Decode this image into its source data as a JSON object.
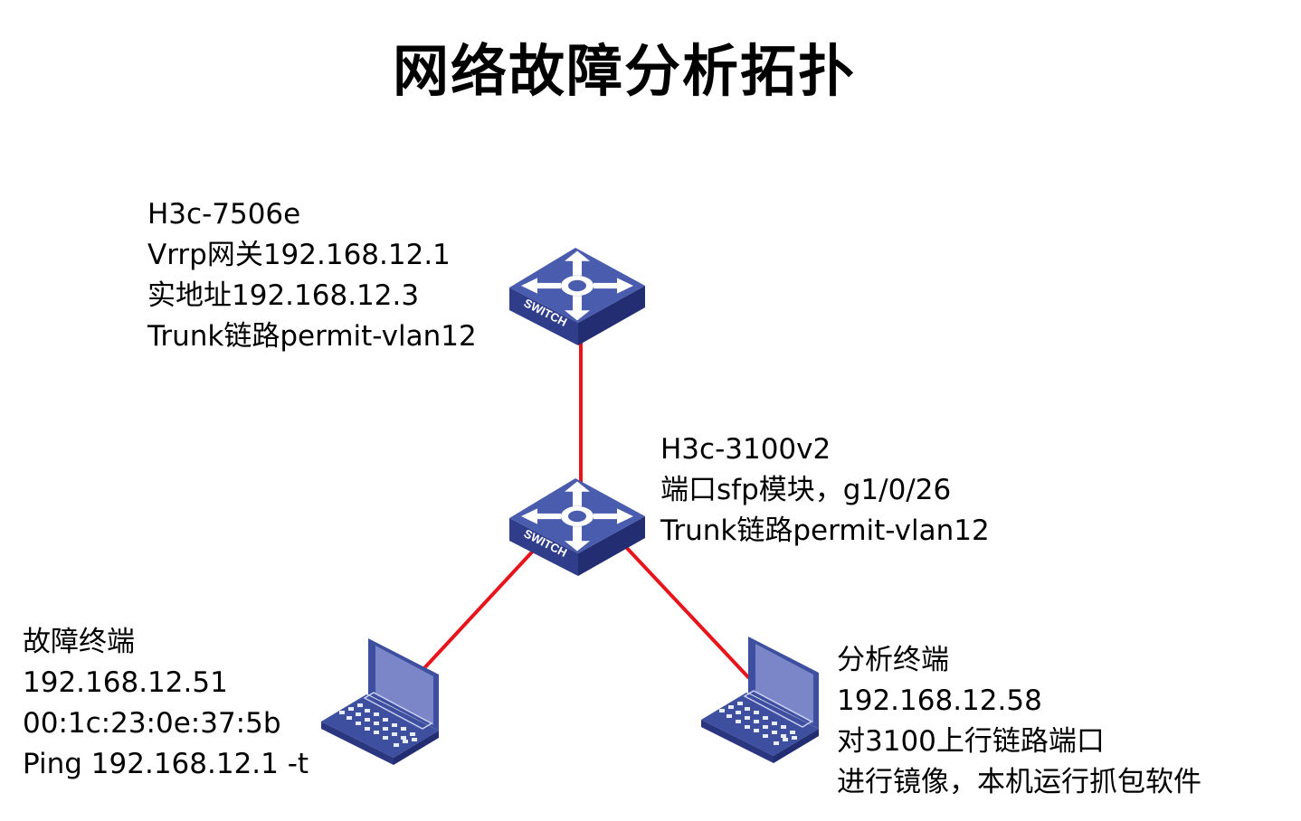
{
  "title": "网络故障分析拓扑",
  "colors": {
    "link": "#e8141c",
    "device_blue": "#3d4f9e",
    "device_side": "#2a3680",
    "screen": "#7b86c8"
  },
  "nodes": {
    "core_switch": {
      "icon": "switch-icon",
      "icon_label": "SWITCH",
      "lines": [
        "H3c-7506e",
        "Vrrp网关192.168.12.1",
        "实地址192.168.12.3",
        "Trunk链路permit-vlan12"
      ]
    },
    "access_switch": {
      "icon": "switch-icon",
      "icon_label": "SWITCH",
      "lines": [
        "H3c-3100v2",
        "端口sfp模块，g1/0/26",
        "Trunk链路permit-vlan12"
      ]
    },
    "fault_terminal": {
      "icon": "laptop-icon",
      "lines": [
        "故障终端",
        "192.168.12.51",
        "00:1c:23:0e:37:5b",
        "Ping 192.168.12.1 -t"
      ]
    },
    "analysis_terminal": {
      "icon": "laptop-icon",
      "lines": [
        "分析终端",
        "192.168.12.58",
        "对3100上行链路端口",
        "进行镜像，本机运行抓包软件"
      ]
    }
  }
}
